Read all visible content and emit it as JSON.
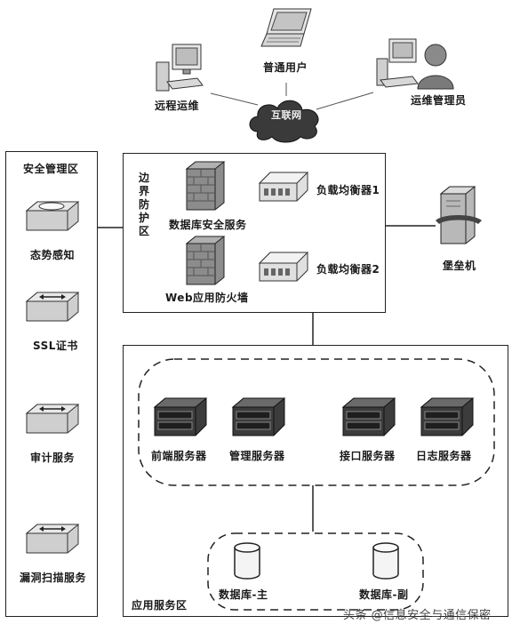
{
  "top": {
    "remote_ops": "远程运维",
    "normal_user": "普通用户",
    "ops_admin": "运维管理员",
    "internet": "互联网"
  },
  "security_zone": {
    "title": "安全管理区",
    "items": [
      "态势感知",
      "SSL证书",
      "审计服务",
      "漏洞扫描服务"
    ]
  },
  "boundary_zone": {
    "title": "边界防护区",
    "title_chars": [
      "边",
      "界",
      "防",
      "护",
      "区"
    ],
    "db_security": "数据库安全服务",
    "web_firewall": "Web应用防火墙",
    "lb1": "负载均衡器1",
    "lb2": "负载均衡器2"
  },
  "bastion": "堡垒机",
  "app_zone": {
    "title": "应用服务区",
    "servers": [
      "前端服务器",
      "管理服务器",
      "接口服务器",
      "日志服务器"
    ],
    "db_main": "数据库-主",
    "db_replica": "数据库-副"
  },
  "watermark": "头条 @信息安全与通信保密"
}
